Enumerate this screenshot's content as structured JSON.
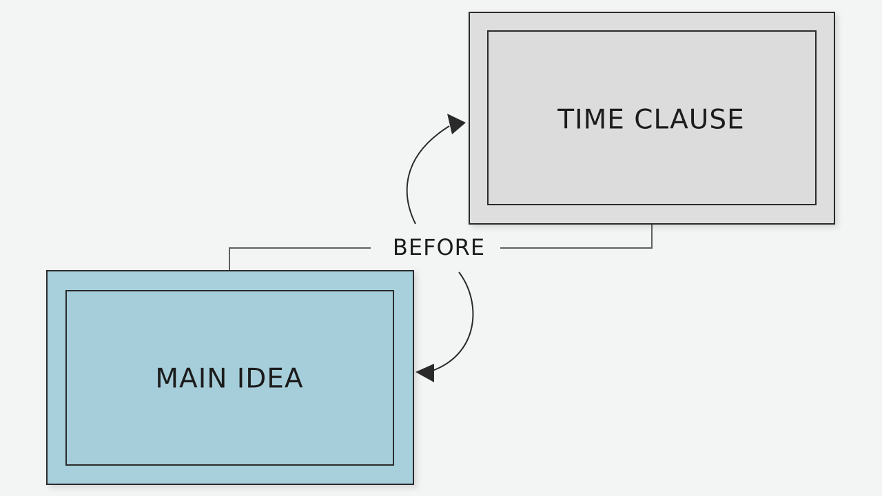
{
  "diagram": {
    "colors": {
      "background": "#f3f4f4",
      "main_fill": "#a8d0dc",
      "main_inner_fill": "#a6ceda",
      "time_fill": "#dedede",
      "time_inner_fill": "#dcdcdc",
      "stroke": "#2a2a2a",
      "connector": "#5f5f5f",
      "text": "#1c1c1c"
    },
    "boxes": {
      "time_clause": {
        "label": "TIME CLAUSE"
      },
      "main_idea": {
        "label": "MAIN IDEA"
      }
    },
    "relation": {
      "label": "BEFORE"
    }
  }
}
